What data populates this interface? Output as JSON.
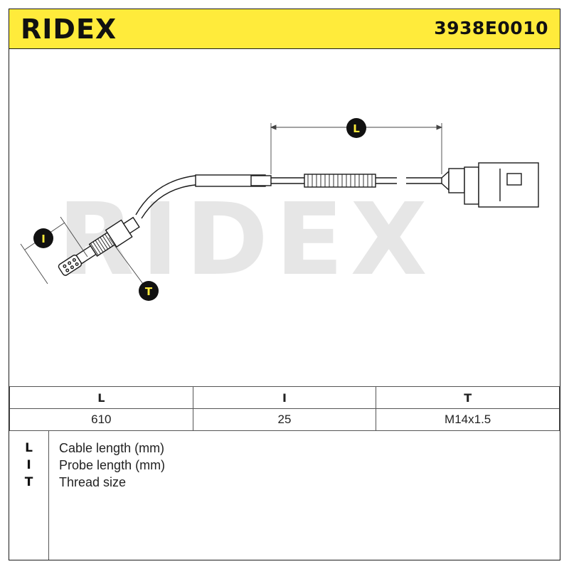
{
  "header": {
    "brand": "RIDEX",
    "part_number": "3938E0010"
  },
  "drawing": {
    "watermark": "RIDEX",
    "callouts": {
      "cable_length": "L",
      "probe_length": "I",
      "thread": "T"
    }
  },
  "specs": {
    "columns": [
      "L",
      "I",
      "T"
    ],
    "values": [
      "610",
      "25",
      "M14x1.5"
    ]
  },
  "legend": [
    {
      "key": "L",
      "text": "Cable length (mm)"
    },
    {
      "key": "I",
      "text": "Probe length (mm)"
    },
    {
      "key": "T",
      "text": "Thread size"
    }
  ],
  "colors": {
    "header_bg": "#ffeb3b",
    "ink": "#1a1a1a",
    "watermark": "#e6e6e6"
  }
}
